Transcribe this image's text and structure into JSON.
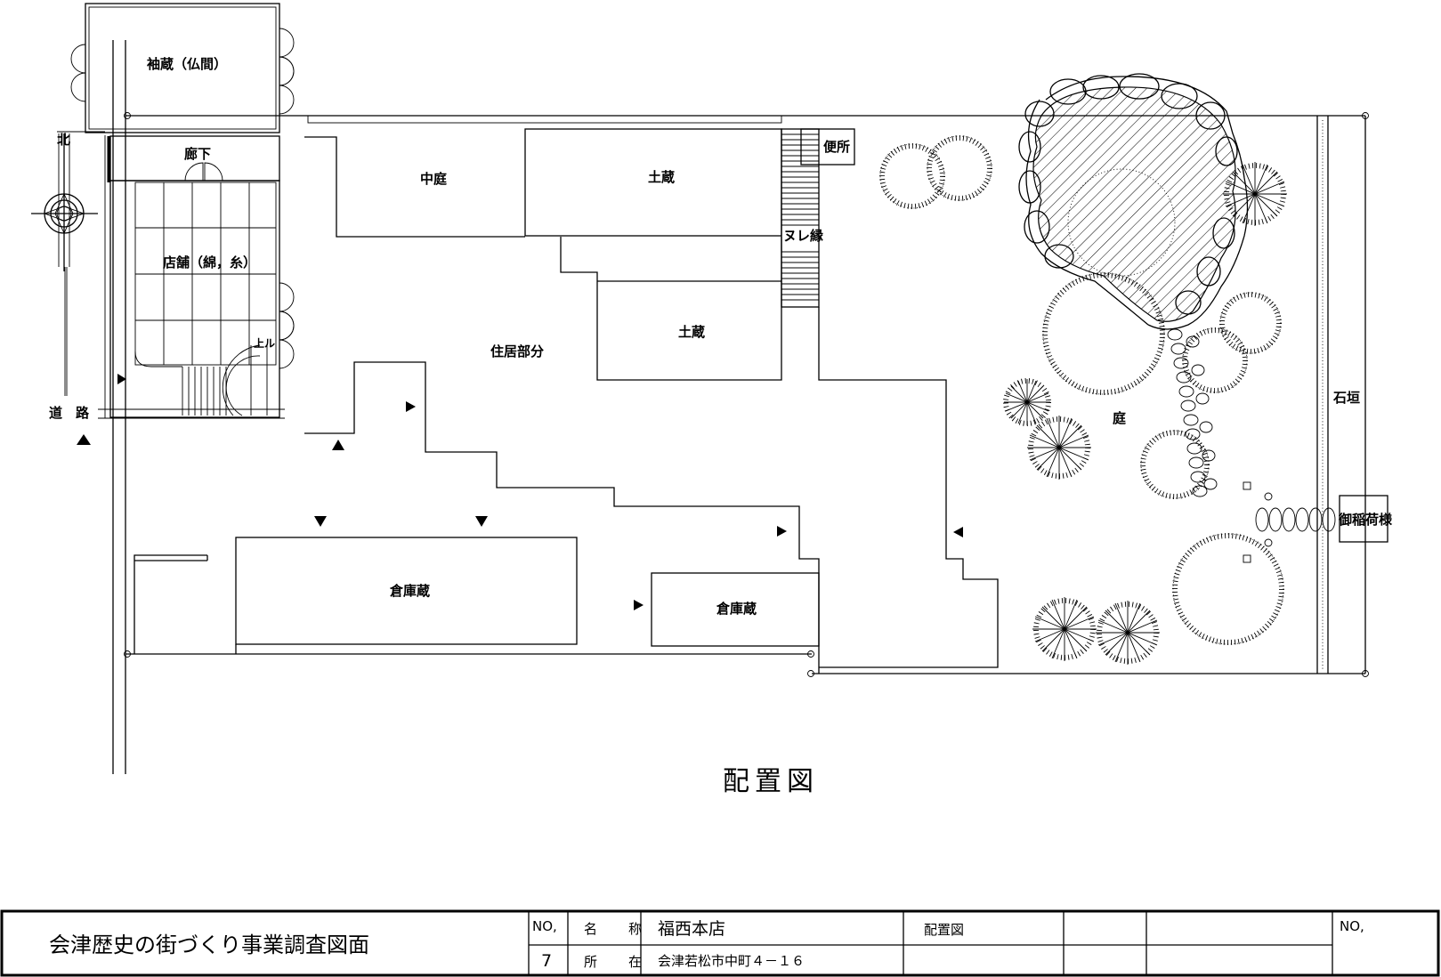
{
  "labels": {
    "sodegura": "袖蔵（仏間）",
    "rouka": "廊下",
    "tenpo": "店舗（綿，糸）",
    "nakaniwa": "中庭",
    "dozo1": "土蔵",
    "dozo2": "土蔵",
    "benjo": "便所",
    "nureen": "ヌレ縁",
    "jukyo": "住居部分",
    "agaru": "上ル",
    "douro": "道　路",
    "kita": "北",
    "niwa": "庭",
    "ishigaki": "石垣",
    "oinari": "御稲荷様",
    "soukogura1": "倉庫蔵",
    "soukogura2": "倉庫蔵"
  },
  "drawing_title": "配置図",
  "title_block": {
    "project": "会津歴史の街づくり事業調査図面",
    "no_label": "NO,",
    "no_value": "7",
    "name_label": "名　称",
    "name_value": "福西本店",
    "location_label": "所　在",
    "location_value": "会津若松市中町４－１６",
    "sheet_title": "配置図",
    "no_label_right": "NO,"
  }
}
